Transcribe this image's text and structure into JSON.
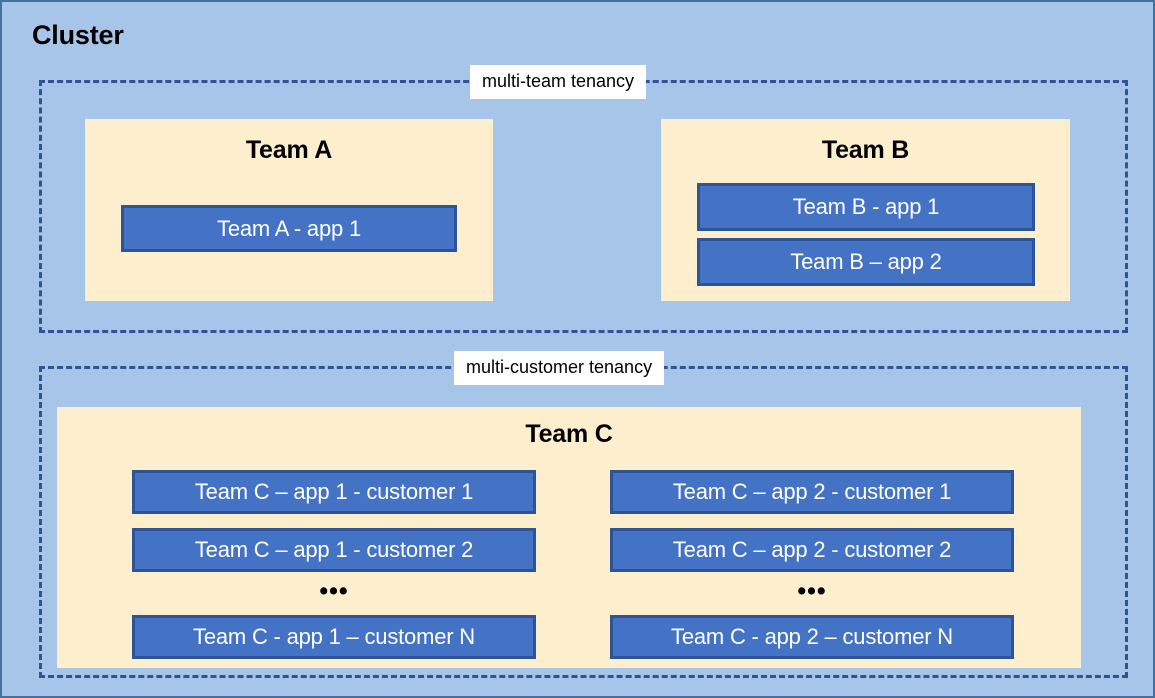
{
  "diagram": {
    "title": "Cluster",
    "background_color": "#a7c5e9",
    "panel_color": "#fdefcd",
    "app_color": "#4472c4",
    "border_color": "#2f5496",
    "zones": [
      {
        "id": "multi-team",
        "label": "multi-team tenancy",
        "teams": [
          {
            "id": "team-a",
            "heading": "Team A",
            "apps": [
              {
                "id": "a1",
                "label": "Team A - app 1"
              }
            ]
          },
          {
            "id": "team-b",
            "heading": "Team B",
            "apps": [
              {
                "id": "b1",
                "label": "Team B - app 1"
              },
              {
                "id": "b2",
                "label": "Team B – app 2"
              }
            ]
          }
        ]
      },
      {
        "id": "multi-customer",
        "label": "multi-customer tenancy",
        "teams": [
          {
            "id": "team-c",
            "heading": "Team C",
            "columns": [
              {
                "id": "app-1",
                "ellipsis": "•••",
                "apps": [
                  {
                    "id": "c1-1",
                    "label": "Team C – app 1 - customer 1"
                  },
                  {
                    "id": "c1-2",
                    "label": "Team C – app 1 - customer 2"
                  },
                  {
                    "id": "c1-n",
                    "label": "Team C - app 1 – customer N"
                  }
                ]
              },
              {
                "id": "app-2",
                "ellipsis": "•••",
                "apps": [
                  {
                    "id": "c2-1",
                    "label": "Team C – app 2 - customer 1"
                  },
                  {
                    "id": "c2-2",
                    "label": "Team C – app 2 - customer 2"
                  },
                  {
                    "id": "c2-n",
                    "label": "Team C - app 2 – customer N"
                  }
                ]
              }
            ]
          }
        ]
      }
    ]
  }
}
